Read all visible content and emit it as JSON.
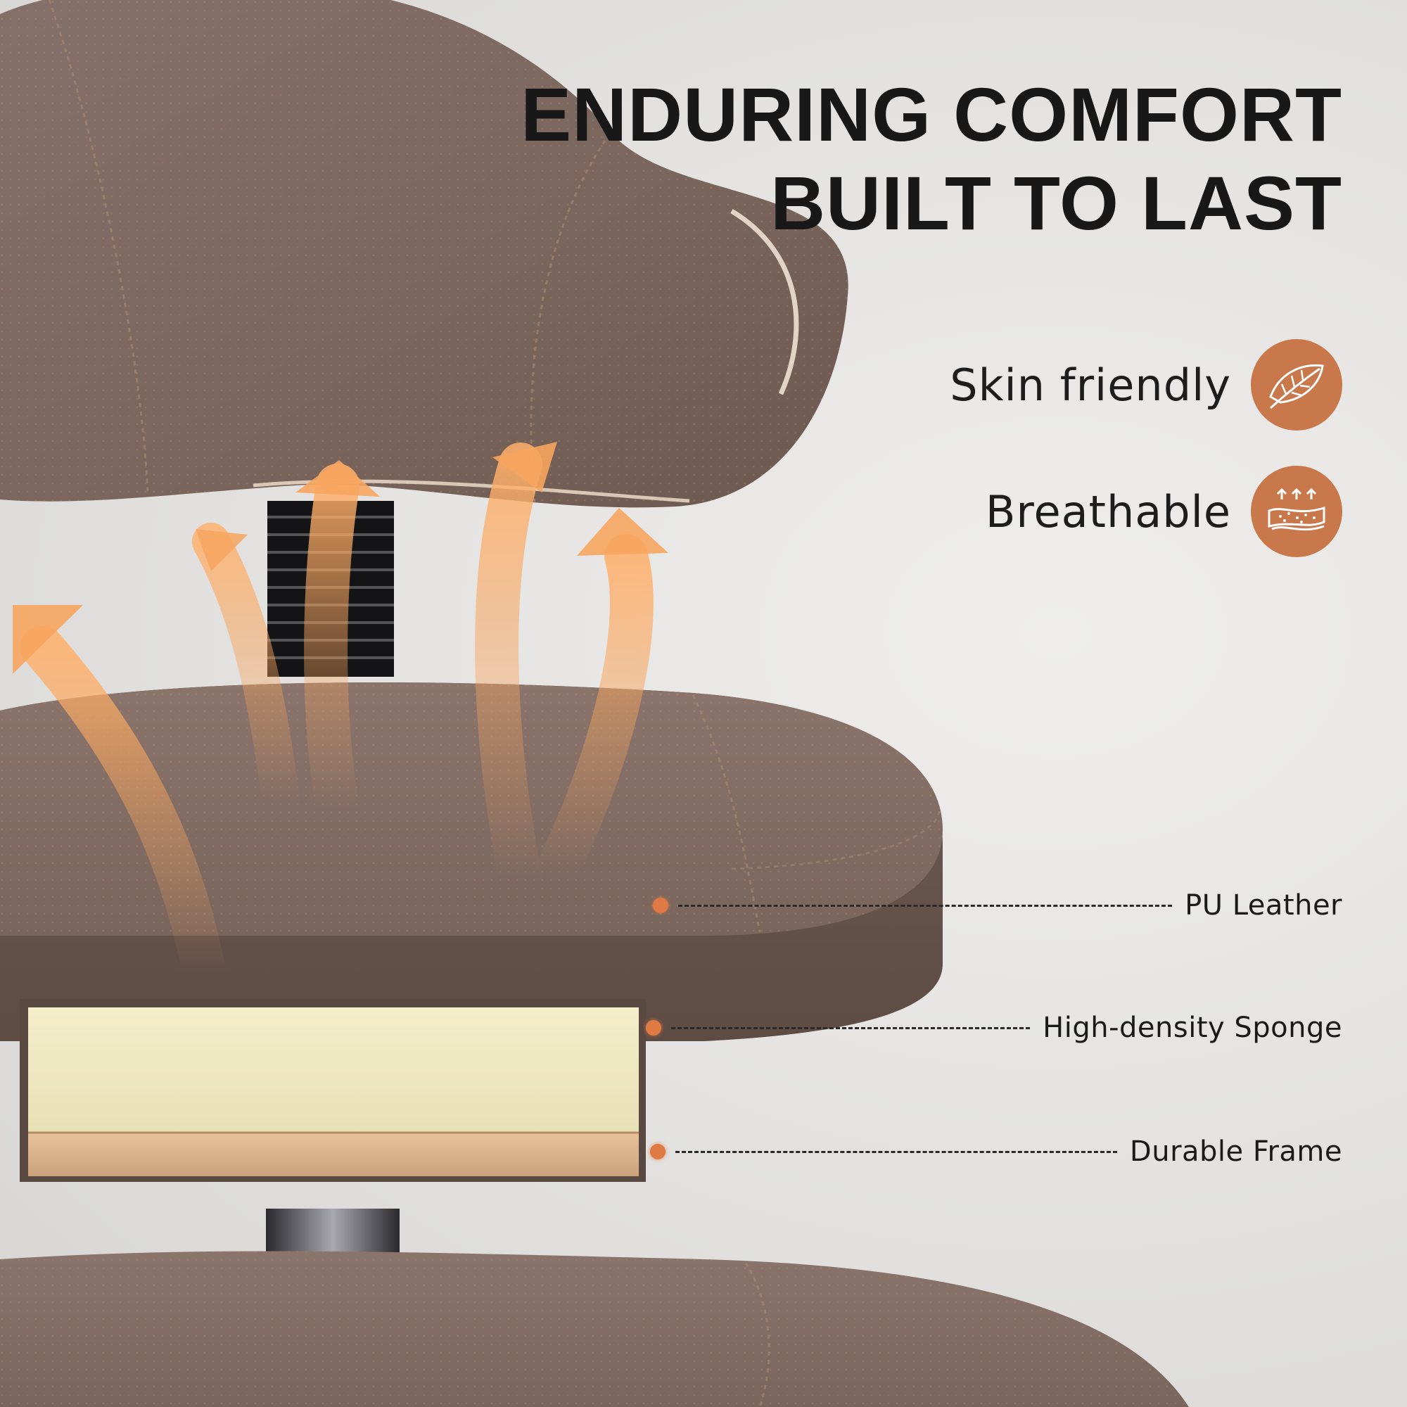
{
  "headline": {
    "line1": "ENDURING COMFORT",
    "line2": "BUILT TO LAST"
  },
  "features": [
    {
      "label": "Skin friendly",
      "icon": "feather-icon"
    },
    {
      "label": "Breathable",
      "icon": "breathable-foam-icon"
    }
  ],
  "callouts": [
    {
      "label": "PU Leather"
    },
    {
      "label": "High-density Sponge"
    },
    {
      "label": "Durable Frame"
    }
  ],
  "colors": {
    "leather": "#7d675e",
    "accent": "#c8784b",
    "arrow": "#f7a55f",
    "sponge": "#efe9c3",
    "frame": "#d9b48e",
    "headline": "#181818"
  }
}
